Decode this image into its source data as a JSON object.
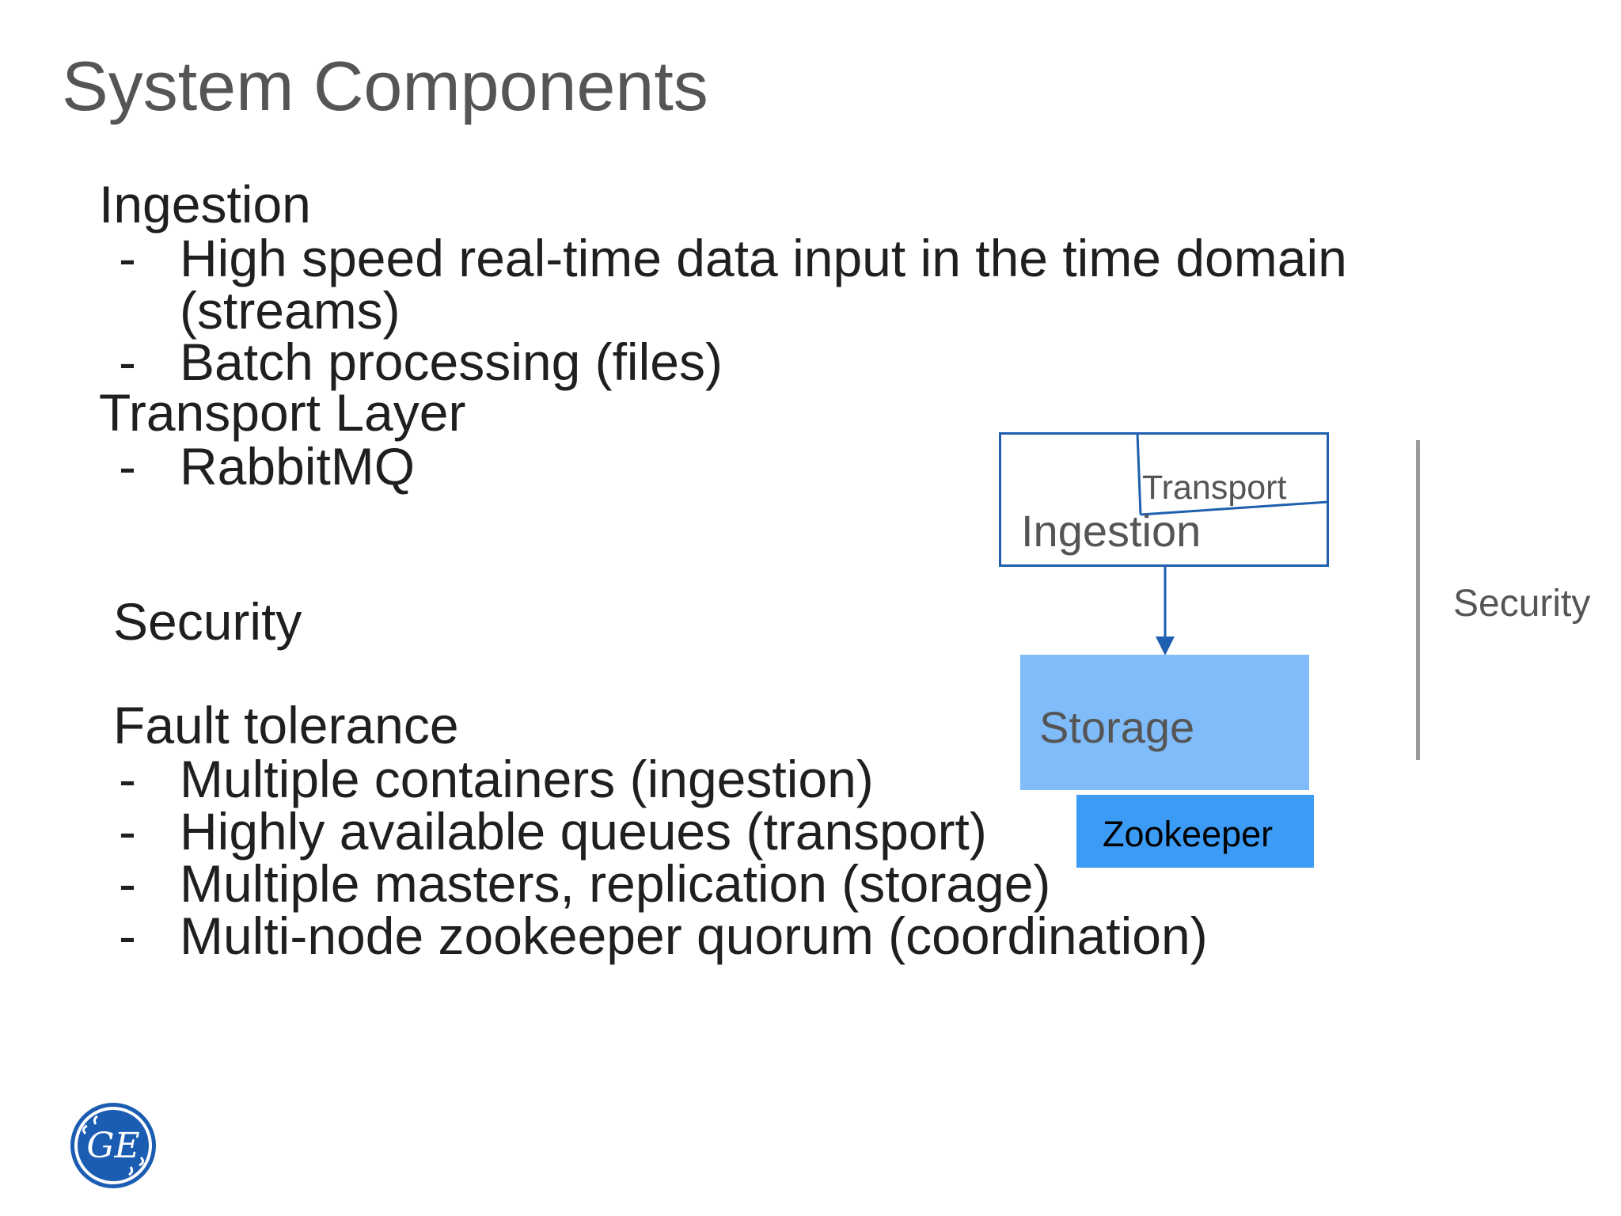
{
  "title": "System Components",
  "sections": {
    "ingestion": {
      "heading": "Ingestion",
      "bullet_1": "High speed real-time data input in the time domain (streams)",
      "bullet_2": "Batch processing (files)"
    },
    "transport": {
      "heading": "Transport Layer",
      "bullet_1": "RabbitMQ"
    },
    "security": {
      "heading": "Security"
    },
    "fault": {
      "heading": "Fault tolerance",
      "bullet_1": "Multiple containers (ingestion)",
      "bullet_2": "Highly available queues (transport)",
      "bullet_3": "Multiple masters, replication (storage)",
      "bullet_4": "Multi-node zookeeper quorum (coordination)"
    },
    "dash": "-"
  },
  "diagram": {
    "ingestion_label": "Ingestion",
    "transport_label": "Transport",
    "storage_label": "Storage",
    "zookeeper_label": "Zookeeper",
    "security_label": "Security",
    "colors": {
      "ingestion_border": "#1f5fb0",
      "arrow": "#1f5fb0",
      "storage_fill": "#80bcfa",
      "zookeeper_fill": "#3b9bf5",
      "security_bar": "#9a9a9a"
    }
  },
  "logo": {
    "name": "GE",
    "text": "GE",
    "color": "#1a5db3"
  }
}
